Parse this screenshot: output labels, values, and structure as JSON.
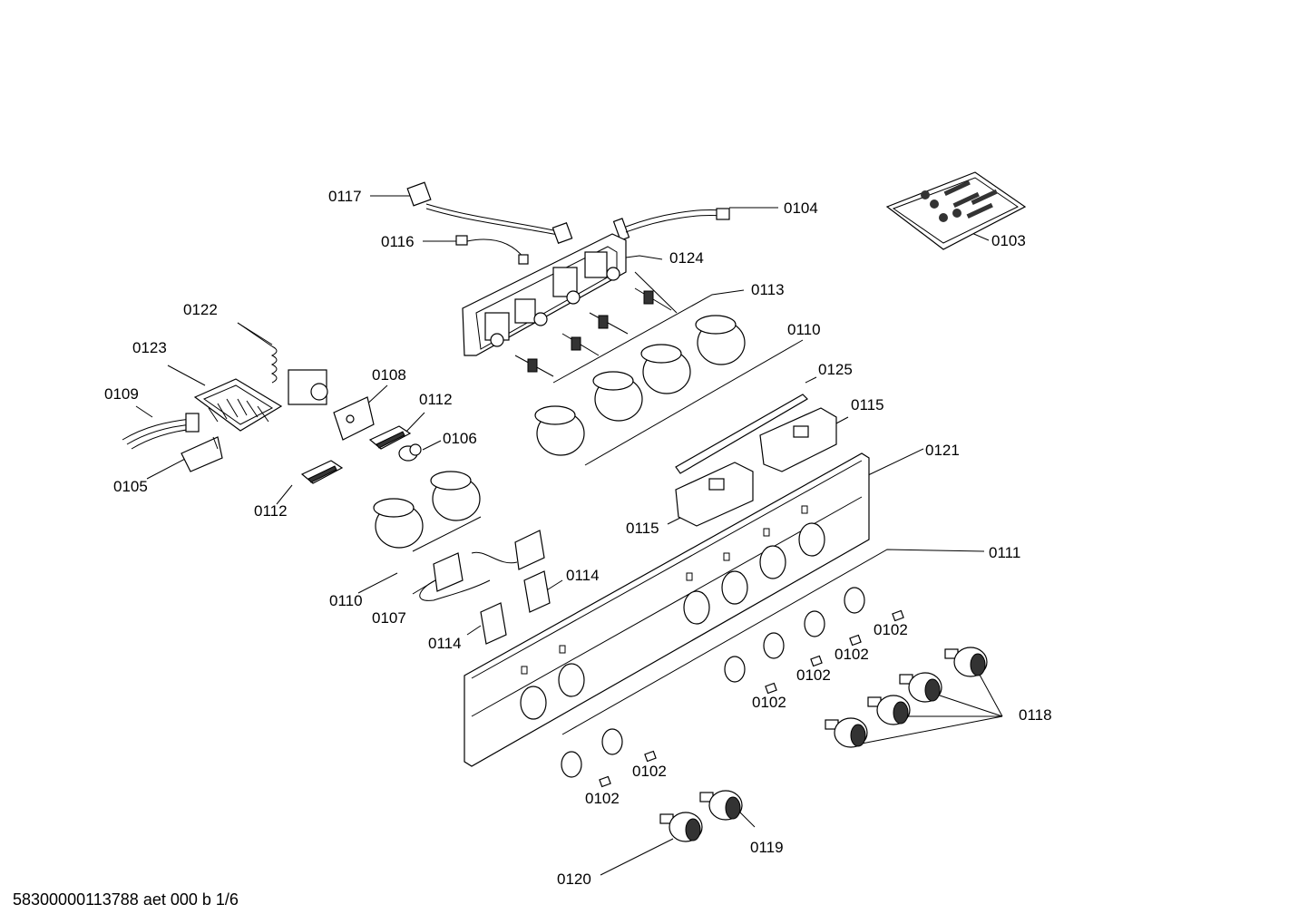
{
  "labels": {
    "p0117": "0117",
    "p0104": "0104",
    "p0103": "0103",
    "p0116": "0116",
    "p0124": "0124",
    "p0113": "0113",
    "p0122": "0122",
    "p0110_top": "0110",
    "p0123": "0123",
    "p0108": "0108",
    "p0125": "0125",
    "p0109": "0109",
    "p0112_a": "0112",
    "p0115_a": "0115",
    "p0106": "0106",
    "p0121": "0121",
    "p0105": "0105",
    "p0112_b": "0112",
    "p0115_b": "0115",
    "p0111": "0111",
    "p0114_a": "0114",
    "p0110_bottom": "0110",
    "p0107": "0107",
    "p0102_a": "0102",
    "p0114_b": "0114",
    "p0102_b": "0102",
    "p0102_c": "0102",
    "p0102_d": "0102",
    "p0118": "0118",
    "p0102_e": "0102",
    "p0102_f": "0102",
    "p0119": "0119",
    "p0120": "0120"
  },
  "footer": "58300000113788 aet 000 b 1/6"
}
